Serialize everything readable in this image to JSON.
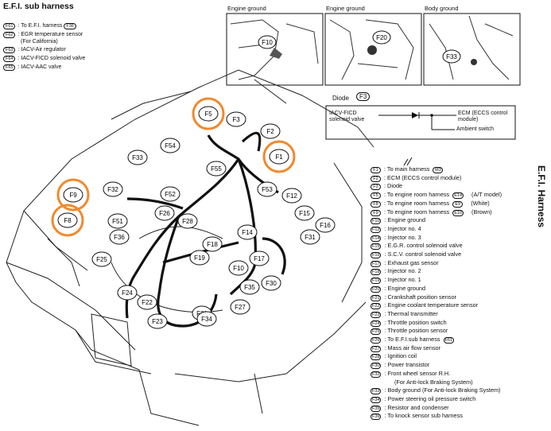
{
  "header": {
    "title": "E.F.I. sub harness",
    "items": [
      {
        "code": "F61",
        "text": ": To E.F.I. harness",
        "ref": "F36"
      },
      {
        "code": "F62",
        "text": ": EGR temperature sensor"
      },
      {
        "code": "",
        "text": "(For California)"
      },
      {
        "code": "F63",
        "text": ": IACV-Air regulator"
      },
      {
        "code": "F64",
        "text": ": IACV-FICD solenoid valve"
      },
      {
        "code": "F65",
        "text": ": IACV-AAC valve"
      }
    ]
  },
  "insets": [
    {
      "title": "Engine ground",
      "connector": "F10"
    },
    {
      "title": "Engine ground",
      "connector": "F20"
    },
    {
      "title": "Body ground",
      "connector": "F33"
    }
  ],
  "diode": {
    "label": "Diode",
    "connector": "F3",
    "left_label": "IACV-FICD solenoid valve",
    "right_label": "ECM (ECCS control module)",
    "bottom_label": "Ambient switch"
  },
  "side_title": "E.F.I. Harness",
  "connectors": [
    "F5",
    "F3",
    "F2",
    "F1",
    "F54",
    "F55",
    "F33",
    "F53",
    "F12",
    "F9",
    "F32",
    "F52",
    "F8",
    "F51",
    "F26",
    "F28",
    "F15",
    "F16",
    "F36",
    "F14",
    "F31",
    "F18",
    "F25",
    "F19",
    "F10",
    "F17",
    "F30",
    "F35",
    "F24",
    "F22",
    "F21",
    "F34",
    "F27",
    "F23"
  ],
  "highlighted": [
    "F5",
    "F1",
    "F9",
    "F8"
  ],
  "legend": [
    {
      "code": "F1",
      "text": ": To main harness",
      "ref": "M3"
    },
    {
      "code": "F2",
      "text": ": ECM (ECCS control module)"
    },
    {
      "code": "F3",
      "text": ": Diode"
    },
    {
      "code": "F5",
      "text": ": To engine room harness",
      "ref": "E14",
      "note": "(A/T model)"
    },
    {
      "code": "F8",
      "text": ": To engine room harness",
      "ref": "E9",
      "note": "(White)"
    },
    {
      "code": "F9",
      "text": ": To engine room harness",
      "ref": "E10",
      "note": "(Brown)"
    },
    {
      "code": "F10",
      "text": ": Engine ground"
    },
    {
      "code": "F12",
      "text": ": Injector no. 4"
    },
    {
      "code": "F14",
      "text": ": Injector no. 3"
    },
    {
      "code": "F15",
      "text": ": E.G.R. control solenoid valve"
    },
    {
      "code": "F16",
      "text": ": S.C.V. control solenoid valve"
    },
    {
      "code": "F17",
      "text": ": Exhaust gas sensor"
    },
    {
      "code": "F18",
      "text": ": Injector no. 2"
    },
    {
      "code": "F19",
      "text": ": Injector no. 1"
    },
    {
      "code": "F20",
      "text": ": Engine ground"
    },
    {
      "code": "F21",
      "text": ": Crankshaft position sensor"
    },
    {
      "code": "F22",
      "text": ": Engine coolant temperature sensor"
    },
    {
      "code": "F23",
      "text": ": Thermal transmitter"
    },
    {
      "code": "F24",
      "text": ": Throttle position switch"
    },
    {
      "code": "F25",
      "text": ": Throttle position sensor"
    },
    {
      "code": "F26",
      "text": ": To E.F.I.sub harness",
      "ref": "F61"
    },
    {
      "code": "F27",
      "text": ": Mass air flow sensor"
    },
    {
      "code": "F28",
      "text": ": Ignition coil"
    },
    {
      "code": "F30",
      "text": ": Power transistor"
    },
    {
      "code": "F32",
      "text": ": Front wheel sensor R.H."
    },
    {
      "code": "",
      "text": "(For Anti-lock Braking System)"
    },
    {
      "code": "F33",
      "text": ": Body ground (For Anti-lock Braking System)"
    },
    {
      "code": "F34",
      "text": ": Power steering oil pressure switch"
    },
    {
      "code": "F35",
      "text": ": Resistor and condenser"
    },
    {
      "code": "F36",
      "text": ": To knock sensor sub harness"
    }
  ],
  "colors": {
    "highlight": "#f08a2e",
    "ink": "#111111"
  }
}
